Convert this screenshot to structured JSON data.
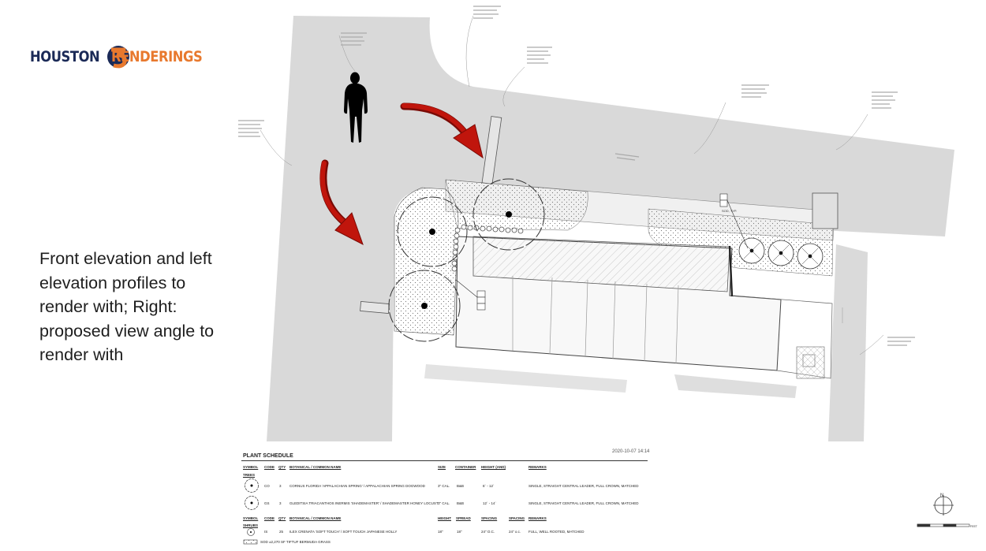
{
  "logo": {
    "left_word": "HOUSTON",
    "right_word": "RENDERINGS",
    "mark": "3",
    "colors": {
      "navy": "#1b2a57",
      "orange": "#e8792e"
    }
  },
  "caption": "Front elevation and left elevation profiles to render with; Right: proposed view angle to render with",
  "plan": {
    "colors": {
      "pavement": "#d9d9d9",
      "arrow": "#c0150c",
      "line": "#555555"
    },
    "icons": [
      "human-figure-icon",
      "curved-arrow-icon",
      "north-arrow-icon",
      "scale-bar-icon"
    ],
    "symbols": {
      "a": "SOD, TYP."
    }
  },
  "schedule": {
    "title": "PLANT SCHEDULE",
    "date": "2020-10-07 14:14",
    "tree_headers": [
      "SYMBOL",
      "CODE",
      "QTY",
      "BOTANICAL / COMMON NAME",
      "SIZE",
      "CONTAINER",
      "HEIGHT (AND)",
      "REMARKS"
    ],
    "tree_section": "TREES",
    "trees": [
      {
        "code": "CO",
        "qty": "3",
        "name": "CORNUS FLORIDA 'APPALACHIAN SPRING' / APPALACHIAN SPRING DOGWOOD",
        "size": "3\" CAL.",
        "container": "B&B",
        "height": "8` - 12`",
        "remarks": "SINGLE, STRAIGHT CENTRAL LEADER, FULL CROWN, MATCHED"
      },
      {
        "code": "GS",
        "qty": "3",
        "name": "GLEDITSIA TRIACANTHOS INERMIS 'SHADEMASTER' / SHADEMASTER HONEY LOCUST",
        "size": "3\" CAL.",
        "container": "B&B",
        "height": "12` - 14`",
        "remarks": "SINGLE, STRAIGHT CENTRAL LEADER, FULL CROWN, MATCHED"
      }
    ],
    "shrub_headers": [
      "SYMBOL",
      "CODE",
      "QTY",
      "BOTANICAL / COMMON NAME",
      "HEIGHT",
      "SPREAD",
      "SPACING",
      "SPACING",
      "REMARKS"
    ],
    "shrub_section": "SHRUBS",
    "shrubs": [
      {
        "code": "IS",
        "qty": "25",
        "name": "ILEX CRENATA 'SOFT TOUCH' / SOFT TOUCH JAPANESE HOLLY",
        "height": "18\"",
        "spread": "18\"",
        "spacing": "24\" O.C.",
        "spacing2": "24\" o.c.",
        "remarks": "FULL, WELL ROOTED, MATCHED"
      }
    ],
    "sod": "SOD  ±2,270 SF   TIFTUF BERMUDA GRASS"
  },
  "scale": {
    "label": "FEET",
    "north": "N"
  }
}
